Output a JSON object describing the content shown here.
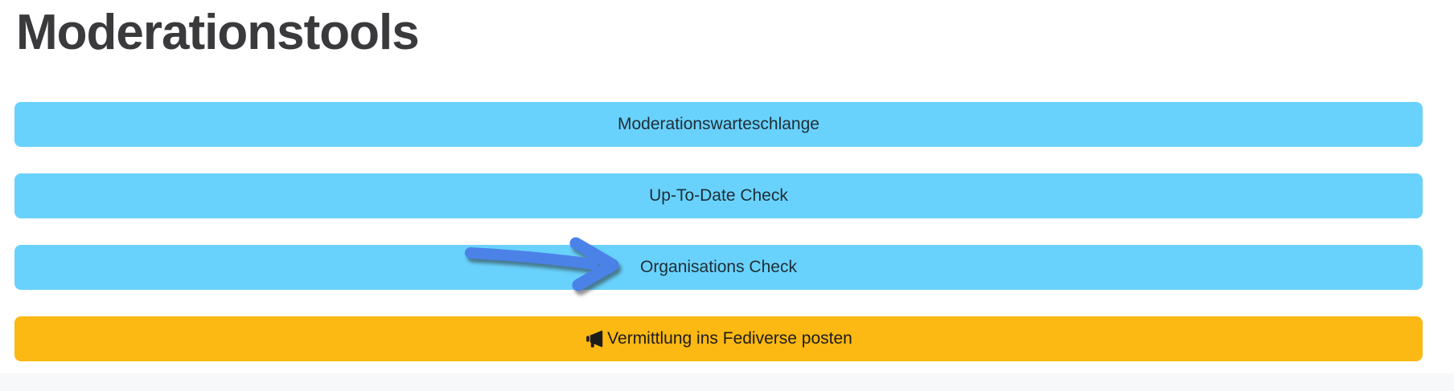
{
  "page": {
    "title": "Moderationstools"
  },
  "buttons": [
    {
      "label": "Moderationswarteschlange",
      "type": "info"
    },
    {
      "label": "Up-To-Date Check",
      "type": "info"
    },
    {
      "label": "Organisations Check",
      "type": "info"
    },
    {
      "label": "Vermittlung ins Fediverse posten",
      "type": "warning",
      "icon": "megaphone-icon"
    }
  ],
  "annotations": {
    "arrow": {
      "points_to": "Organisations Check",
      "color": "#4b82e8"
    }
  },
  "colors": {
    "button_info_bg": "#69d2fc",
    "button_warning_bg": "#fcb813",
    "button_text": "#1f2d35",
    "title_text": "#3a3a3d",
    "arrow_blue": "#4b82e8",
    "footer_band_bg": "#f7f8fa",
    "page_bg": "#ffffff"
  }
}
